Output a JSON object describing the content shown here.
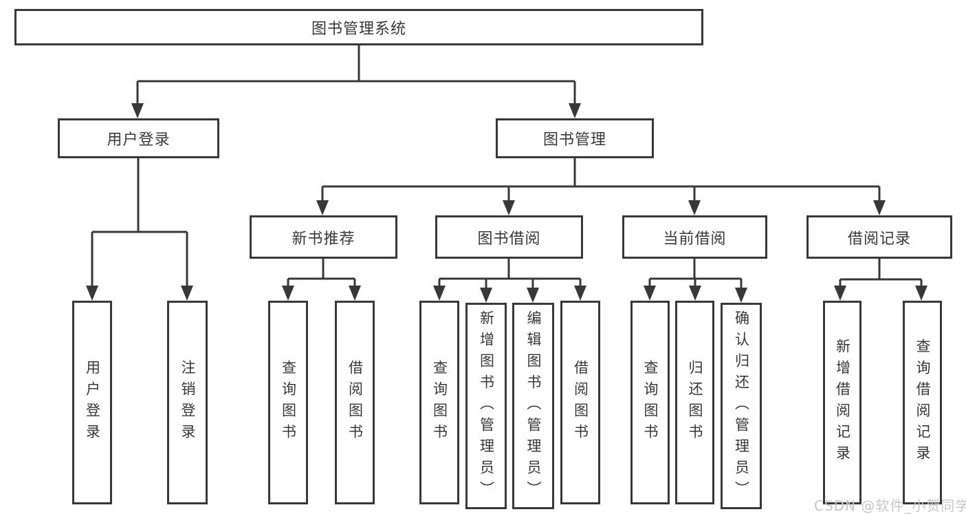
{
  "tree": {
    "label": "图书管理系统",
    "children": [
      {
        "label": "用户登录",
        "children": [
          {
            "label": "用户登录"
          },
          {
            "label": "注销登录"
          }
        ]
      },
      {
        "label": "图书管理",
        "children": [
          {
            "label": "新书推荐",
            "children": [
              {
                "label": "查询图书"
              },
              {
                "label": "借阅图书"
              }
            ]
          },
          {
            "label": "图书借阅",
            "children": [
              {
                "label": "查询图书"
              },
              {
                "label": "新增图书（管理员）"
              },
              {
                "label": "编辑图书（管理员）"
              },
              {
                "label": "借阅图书"
              }
            ]
          },
          {
            "label": "当前借阅",
            "children": [
              {
                "label": "查询图书"
              },
              {
                "label": "归还图书"
              },
              {
                "label": "确认归还（管理员）"
              }
            ]
          },
          {
            "label": "借阅记录",
            "children": [
              {
                "label": "新增借阅记录"
              },
              {
                "label": "查询借阅记录"
              }
            ]
          }
        ]
      }
    ]
  },
  "watermark": "CSDN @软件_小贺同学",
  "colors": {
    "line": "#383838",
    "text": "#383838",
    "background": "#ffffff",
    "watermark": "#c7c7c7"
  }
}
